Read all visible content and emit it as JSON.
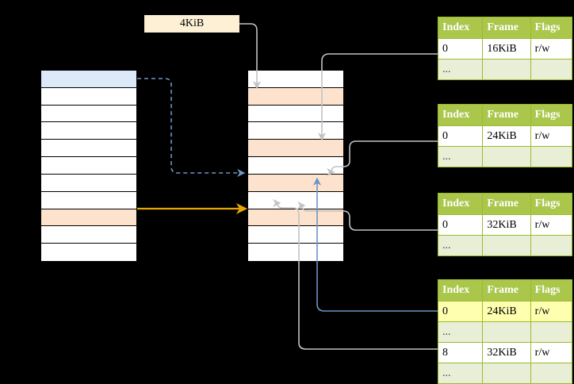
{
  "diagram": {
    "title": "page-table-walk-diagram",
    "colors": {
      "header_green": "#aac64b",
      "table_border_green": "#9bbb2e",
      "dots_row_bg": "#e9eed7",
      "highlight_yellow": "#ffffb0",
      "row_orange": "#fde3cd",
      "row_blue": "#dce9f9",
      "label_cream": "#fdf0d5",
      "wire_gray": "#c8c8c8",
      "wire_blue": "#6d95c4",
      "wire_orange": "#e8a600"
    }
  },
  "size_label": {
    "text": "4KiB"
  },
  "left_column": {
    "name": "virtual-address-space",
    "rows": [
      {
        "label": "",
        "fill": "blue"
      },
      {
        "label": "",
        "fill": "white"
      },
      {
        "label": "",
        "fill": "white"
      },
      {
        "label": "",
        "fill": "white"
      },
      {
        "label": "",
        "fill": "white"
      },
      {
        "label": "",
        "fill": "white"
      },
      {
        "label": "",
        "fill": "white"
      },
      {
        "label": "",
        "fill": "white"
      },
      {
        "label": "",
        "fill": "orange"
      },
      {
        "label": "",
        "fill": "white"
      },
      {
        "label": "",
        "fill": "white"
      }
    ]
  },
  "middle_column": {
    "name": "physical-memory",
    "rows": [
      {
        "label": "",
        "fill": "white"
      },
      {
        "label": "",
        "fill": "orange"
      },
      {
        "label": "",
        "fill": "white"
      },
      {
        "label": "",
        "fill": "white"
      },
      {
        "label": "",
        "fill": "orange"
      },
      {
        "label": "",
        "fill": "white"
      },
      {
        "label": "",
        "fill": "orange"
      },
      {
        "label": "",
        "fill": "white"
      },
      {
        "label": "",
        "fill": "orange"
      },
      {
        "label": "",
        "fill": "white"
      },
      {
        "label": "",
        "fill": "white"
      }
    ]
  },
  "page_tables": [
    {
      "name": "page-table-1",
      "headers": [
        "Index",
        "Frame",
        "Flags"
      ],
      "rows": [
        {
          "cells": [
            "0",
            "16KiB",
            "r/w"
          ],
          "style": "normal",
          "highlight": [
            false,
            false,
            false
          ]
        },
        {
          "cells": [
            "...",
            "",
            ""
          ],
          "style": "dots",
          "highlight": [
            false,
            false,
            false
          ]
        }
      ]
    },
    {
      "name": "page-table-2",
      "headers": [
        "Index",
        "Frame",
        "Flags"
      ],
      "rows": [
        {
          "cells": [
            "0",
            "24KiB",
            "r/w"
          ],
          "style": "normal",
          "highlight": [
            false,
            false,
            false
          ]
        },
        {
          "cells": [
            "...",
            "",
            ""
          ],
          "style": "dots",
          "highlight": [
            false,
            false,
            false
          ]
        }
      ]
    },
    {
      "name": "page-table-3",
      "headers": [
        "Index",
        "Frame",
        "Flags"
      ],
      "rows": [
        {
          "cells": [
            "0",
            "32KiB",
            "r/w"
          ],
          "style": "normal",
          "highlight": [
            false,
            false,
            false
          ]
        },
        {
          "cells": [
            "...",
            "",
            ""
          ],
          "style": "dots",
          "highlight": [
            false,
            false,
            false
          ]
        }
      ]
    },
    {
      "name": "page-table-4",
      "headers": [
        "Index",
        "Frame",
        "Flags"
      ],
      "rows": [
        {
          "cells": [
            "0",
            "24KiB",
            "r/w"
          ],
          "style": "normal",
          "highlight": [
            true,
            true,
            true
          ]
        },
        {
          "cells": [
            "...",
            "",
            ""
          ],
          "style": "dots",
          "highlight": [
            false,
            false,
            false
          ]
        },
        {
          "cells": [
            "8",
            "32KiB",
            "r/w"
          ],
          "style": "normal",
          "highlight": [
            false,
            false,
            false
          ]
        },
        {
          "cells": [
            "...",
            "",
            ""
          ],
          "style": "dots",
          "highlight": [
            false,
            false,
            false
          ]
        }
      ]
    }
  ]
}
